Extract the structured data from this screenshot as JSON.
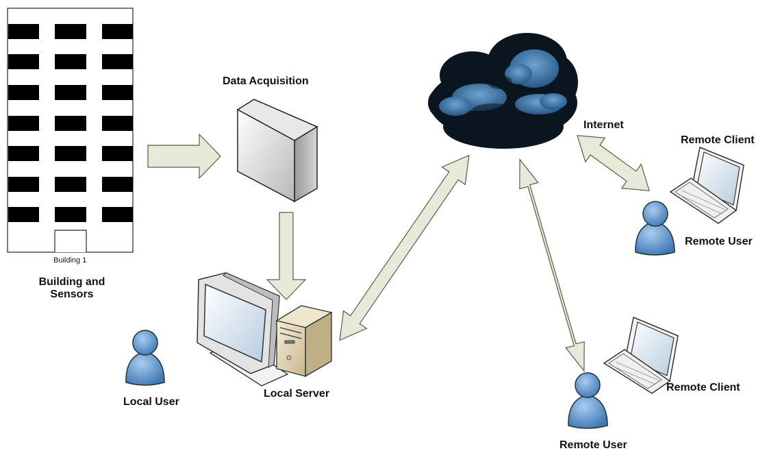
{
  "labels": {
    "building_caption": "Building 1",
    "building_title_line1": "Building and",
    "building_title_line2": "Sensors",
    "data_acquisition": "Data Acquisition",
    "internet": "Internet",
    "local_user": "Local User",
    "local_server": "Local Server",
    "remote_client_top": "Remote Client",
    "remote_user_top": "Remote User",
    "remote_client_bottom": "Remote Client",
    "remote_user_bottom": "Remote User"
  },
  "colors": {
    "arrow_fill": "#e6ead8",
    "arrow_stroke": "#5a5a4a",
    "person_blue": "#5b95cf",
    "cloud_dark": "#0d1825",
    "cloud_light": "#3d7cb5",
    "server_beige": "#d8c9a6"
  }
}
